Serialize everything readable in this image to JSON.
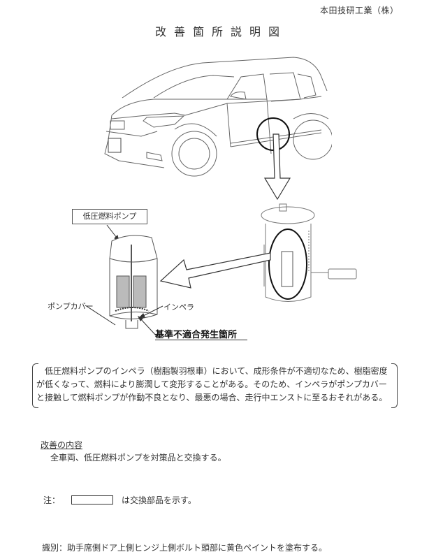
{
  "header": {
    "company": "本田技研工業（株）",
    "title": "改善箇所説明図"
  },
  "figure": {
    "pump_label": "低圧燃料ポンプ",
    "callouts": {
      "pump_cover": "ポンプカバー",
      "impeller": "インペラ",
      "defect_location": "基準不適合発生箇所"
    }
  },
  "description": {
    "text": "低圧燃料ポンプのインペラ（樹脂製羽根車）において、成形条件が不適切なため、樹脂密度が低くなって、燃料により膨潤して変形することがある。そのため、インペラがポンプカバーと接触して燃料ポンプが作動不良となり、最悪の場合、走行中エンストに至るおそれがある。"
  },
  "improvement": {
    "heading": "改善の内容",
    "body": "全車両、低圧燃料ポンプを対策品と交換する。"
  },
  "note": {
    "prefix": "注：",
    "suffix": "は交換部品を示す。"
  },
  "identification": {
    "text": "識別：助手席側ドア上側ヒンジ上側ボルト頭部に黄色ペイントを塗布する。"
  }
}
